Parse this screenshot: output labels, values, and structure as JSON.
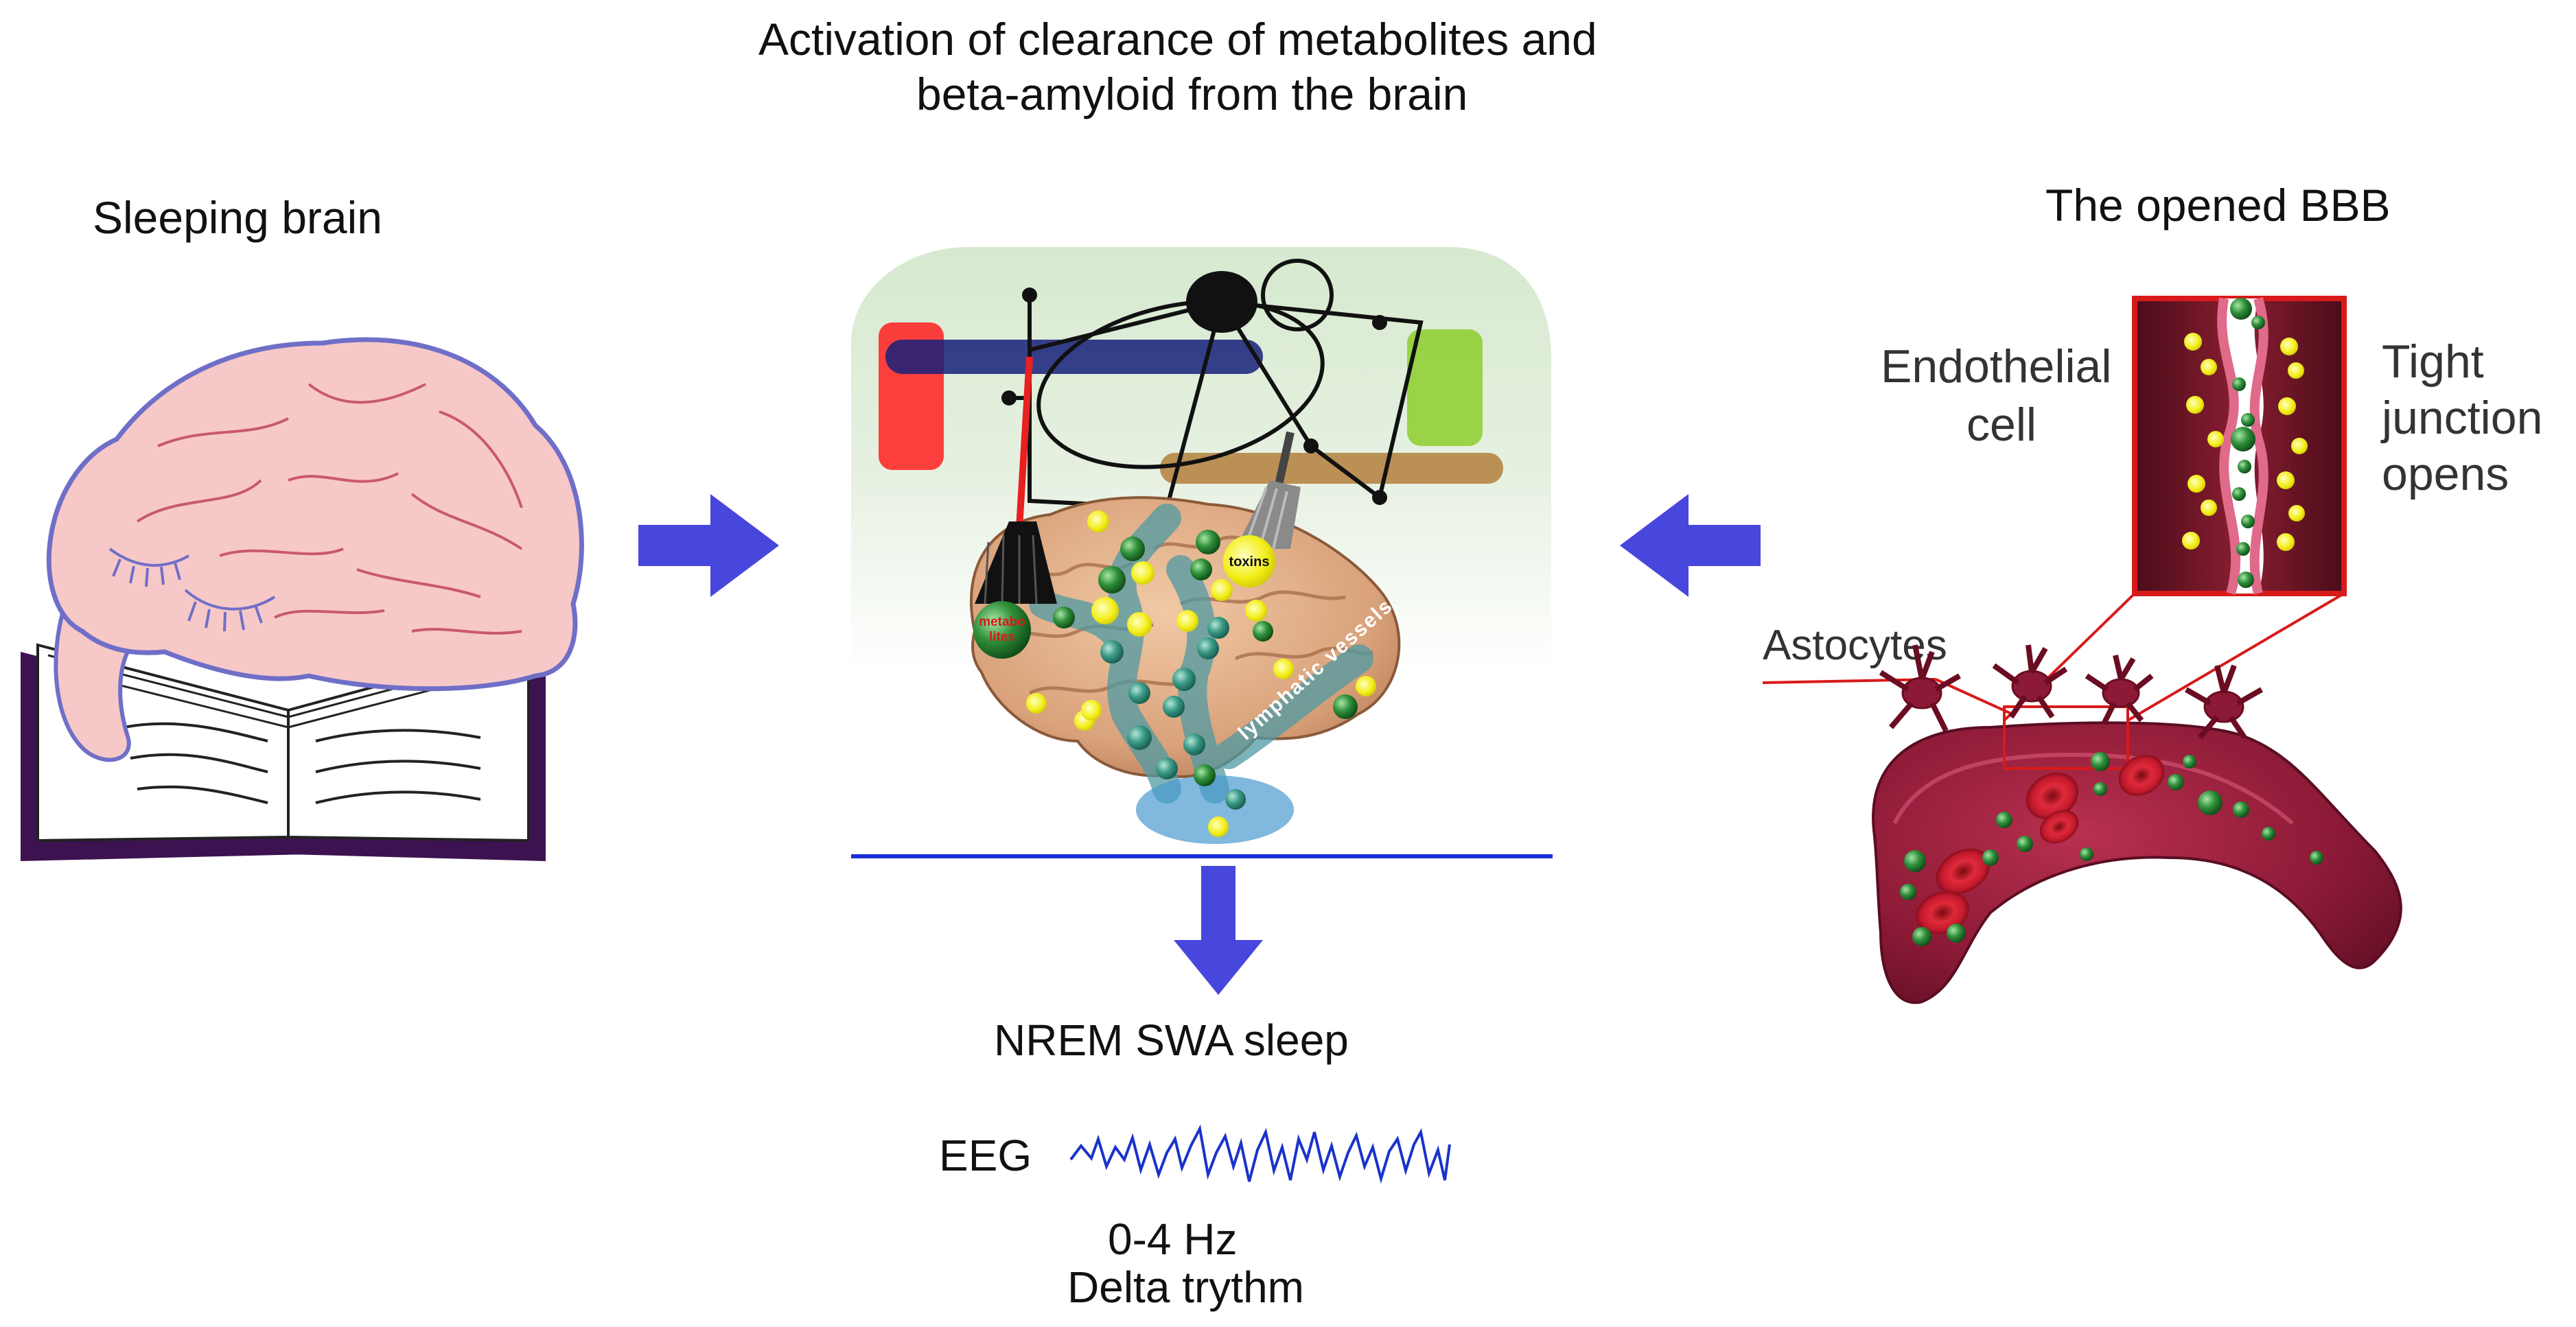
{
  "header": {
    "line1": "Activation of clearance of metabolites and",
    "line2": "beta-amyloid from the brain"
  },
  "left": {
    "title": "Sleeping brain"
  },
  "center": {
    "bubble_toxins": "toxins",
    "bubble_metabolites_1": "metabo",
    "bubble_metabolites_2": "lites",
    "vessel_label": "lymphatic vessels"
  },
  "right": {
    "title": "The opened BBB",
    "endothelial_1": "Endothelial",
    "endothelial_2": "cell",
    "tight_1": "Tight",
    "tight_2": "junction",
    "tight_3": "opens",
    "astrocytes": "Astocytes"
  },
  "bottom": {
    "sleep_label": "NREM SWA sleep",
    "eeg_label": "EEG",
    "freq": "0-4 Hz",
    "rhythm": "Delta trythm"
  },
  "colors": {
    "arrow": "#4747dd",
    "divider": "#1a2fd6",
    "brain_pink": "#f7c8c8",
    "brain_outline": "#6f6fc8",
    "book_purple": "#3d1250",
    "vessel_red": "#8c1a36",
    "rbc": "#c41a2e",
    "green_particle": "#2f8f3a",
    "yellow_particle": "#f3ee1a",
    "eeg_trace": "#1a33cc"
  }
}
